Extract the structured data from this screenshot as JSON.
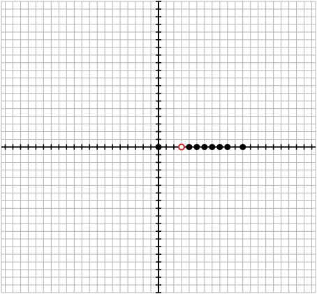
{
  "chart_data": {
    "type": "scatter",
    "title": "",
    "xlabel": "",
    "ylabel": "",
    "grid": true,
    "xlim": [
      -20.5,
      20.5
    ],
    "ylim": [
      -19,
      19
    ],
    "grid_step": 1,
    "tick_step": 1,
    "axes_color": "#000000",
    "grid_color": "#b3b3b3",
    "series": [
      {
        "points": [
          {
            "x": 0,
            "y": 0
          },
          {
            "x": 4,
            "y": 0
          },
          {
            "x": 5,
            "y": 0
          },
          {
            "x": 6,
            "y": 0
          },
          {
            "x": 7,
            "y": 0
          },
          {
            "x": 8,
            "y": 0
          },
          {
            "x": 9,
            "y": 0
          },
          {
            "x": 11,
            "y": 0
          }
        ],
        "segments": [
          [
            0,
            7
          ]
        ],
        "color": "#000000"
      },
      {
        "points": [
          {
            "x": 3,
            "y": 0
          }
        ],
        "color": "#cc1f1f",
        "open": true
      }
    ]
  }
}
